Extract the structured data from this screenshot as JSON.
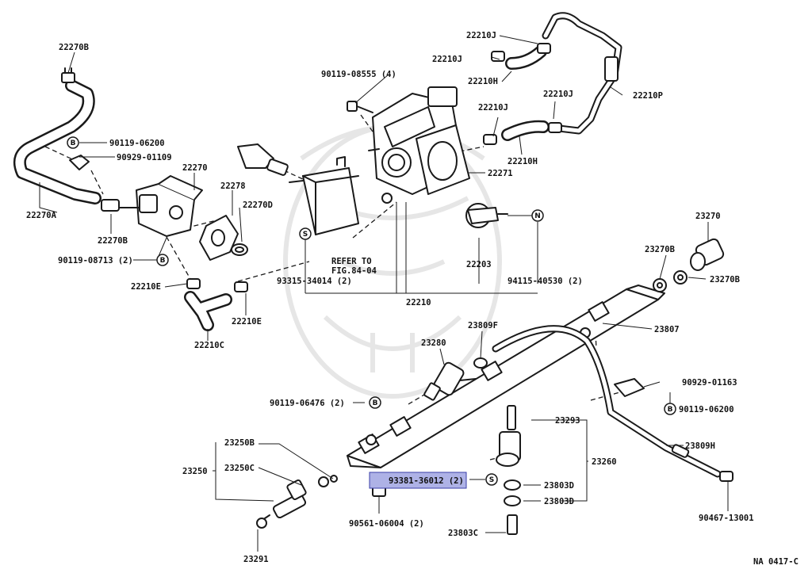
{
  "figure_code": "NA 0417-C",
  "note": {
    "line1": "REFER TO",
    "line2": "FIG.84-04"
  },
  "symbols": {
    "b": "B",
    "s": "S",
    "n": "N"
  },
  "labels": {
    "p22270B_top": "22270B",
    "p90119_06200_a": "90119-06200",
    "p90929_01109": "90929-01109",
    "p22270": "22270",
    "p22270A": "22270A",
    "p22278": "22278",
    "p22270D": "22270D",
    "p22270B_mid": "22270B",
    "p90119_08713": "90119-08713 (2)",
    "p22210E_a": "22210E",
    "p22210E_b": "22210E",
    "p22210C": "22210C",
    "p90119_08555": "90119-08555 (4)",
    "p22210J_a": "22210J",
    "p22210J_b": "22210J",
    "p22210H_a": "22210H",
    "p22210P": "22210P",
    "p22210J_c": "22210J",
    "p22210J_d": "22210J",
    "p22210H_b": "22210H",
    "p22271": "22271",
    "p22203": "22203",
    "p93315": "93315-34014 (2)",
    "p94115": "94115-40530 (2)",
    "p22210": "22210",
    "p23270": "23270",
    "p23270B_a": "23270B",
    "p23270B_b": "23270B",
    "p23807": "23807",
    "p23809F": "23809F",
    "p23280": "23280",
    "p90929_01163": "90929-01163",
    "p90119_06200_b": "90119-06200",
    "p90119_06476": "90119-06476 (2)",
    "p23293": "23293",
    "p23260": "23260",
    "p23809H": "23809H",
    "p23250B": "23250B",
    "p23250": "23250",
    "p23250C": "23250C",
    "p93381": "93381-36012 (2)",
    "p23803D_a": "23803D",
    "p23803D_b": "23803D",
    "p90561": "90561-06004 (2)",
    "p23803C": "23803C",
    "p90467": "90467-13001",
    "p23291": "23291"
  }
}
